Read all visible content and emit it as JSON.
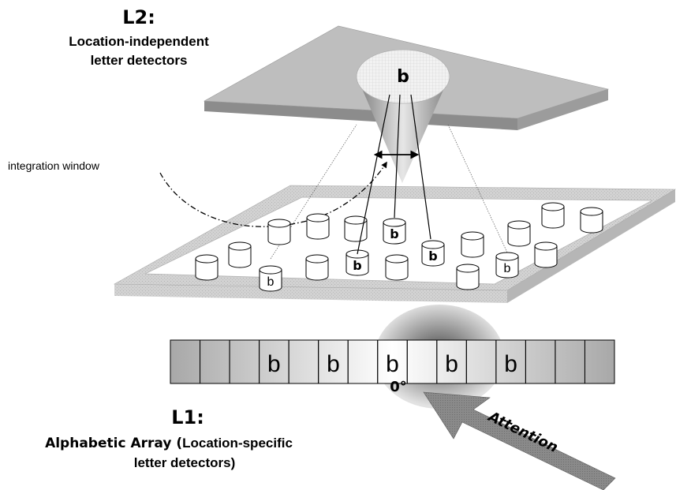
{
  "l2": {
    "title": "L2:",
    "subtitle_line1": "Location-independent",
    "subtitle_line2": "letter detectors",
    "cone_letter": "b"
  },
  "integration_window_label": "integration window",
  "l1": {
    "title": "L1:",
    "subtitle_line1_a": "Alphabetic Array (",
    "subtitle_line1_b": "Location-specific",
    "subtitle_line2": "letter detectors)"
  },
  "middle_layer": {
    "detector_letters": [
      "b",
      "b",
      "b",
      "b",
      "b"
    ]
  },
  "alphabetic_array": {
    "letters": [
      "",
      "",
      "",
      "b",
      "",
      "b",
      "",
      "b",
      "",
      "b",
      "",
      "b",
      "",
      "",
      ""
    ]
  },
  "fixation_label": "0°",
  "attention_label": "Attention",
  "colors": {
    "plane_top": "#bdbdbd",
    "plane_edge": "#8c8c8c",
    "frame": "#c8c8c8",
    "arrow": "#7a7a7a"
  }
}
